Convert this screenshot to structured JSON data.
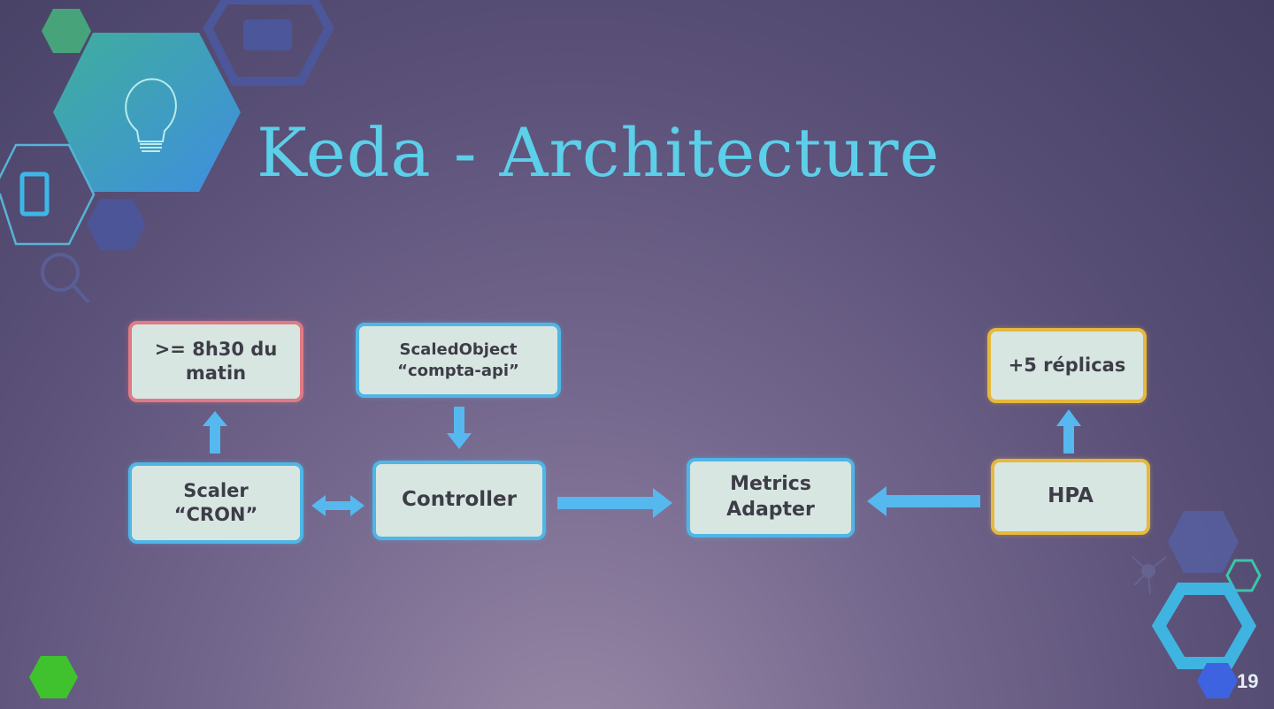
{
  "slide": {
    "title": "Keda - Architecture",
    "page_number": "19"
  },
  "diagram": {
    "nodes": {
      "condition": "&gt;= 8h30 du matin",
      "scaled_object_line1": "ScaledObject",
      "scaled_object_line2": "“compta-api”",
      "replicas": "+5 réplicas",
      "scaler_line1": "Scaler",
      "scaler_line2": "“CRON”",
      "controller": "Controller",
      "metrics_line1": "Metrics",
      "metrics_line2": "Adapter",
      "hpa": "HPA"
    },
    "edges": [
      {
        "from": "Scaler",
        "to": ">= 8h30 du matin"
      },
      {
        "from": "ScaledObject",
        "to": "Controller"
      },
      {
        "from": "Scaler",
        "to": "Controller",
        "bidirectional": true
      },
      {
        "from": "Controller",
        "to": "Metrics Adapter"
      },
      {
        "from": "HPA",
        "to": "Metrics Adapter"
      },
      {
        "from": "HPA",
        "to": "+5 réplicas"
      }
    ]
  },
  "colors": {
    "title": "#5ccfe9",
    "arrow": "#55b8ee",
    "box_fill": "#d8e6e2",
    "border_blue": "#4fb6e6",
    "border_red": "#e07a85",
    "border_yellow": "#e6b83c"
  }
}
